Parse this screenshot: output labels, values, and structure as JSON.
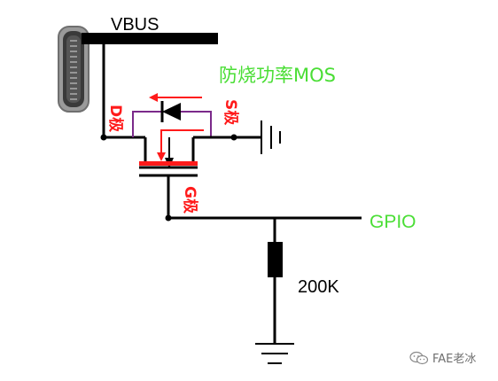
{
  "labels": {
    "vbus": "VBUS",
    "title": "防烧功率MOS",
    "gpio": "GPIO",
    "resistor": "200K",
    "pin_d": "D极",
    "pin_s": "S极",
    "pin_g": "G极"
  },
  "watermark": {
    "text": "FAE老冰",
    "icon": "wechat-icon"
  },
  "colors": {
    "wire": "#000000",
    "accent_red": "#ff1a1a",
    "label_green": "#4ade35",
    "body_diode_frame": "#7b2a8a",
    "usb_c_body": "#8a8a8a"
  }
}
